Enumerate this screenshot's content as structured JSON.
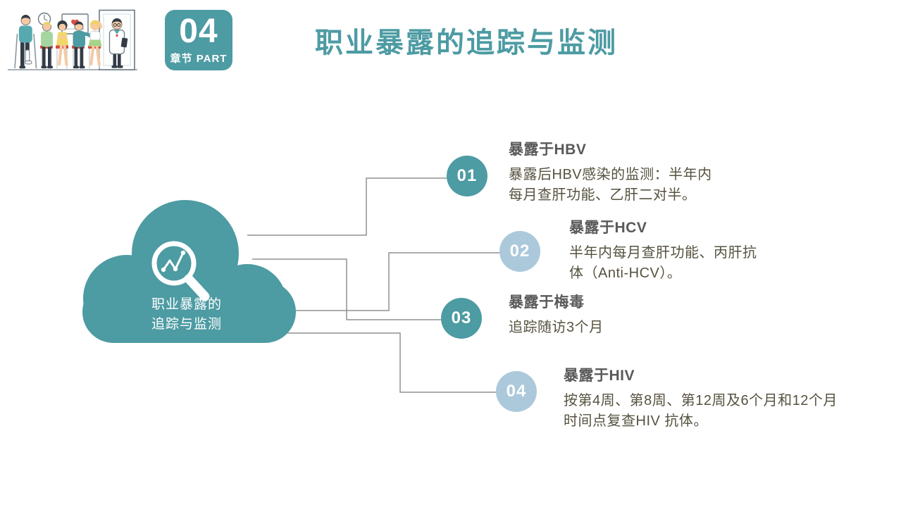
{
  "slide": {
    "chapter_badge": {
      "number": "04",
      "label": "章节 PART"
    },
    "title": "职业暴露的追踪与监测",
    "cloud": {
      "icon": "magnifier-trend-icon",
      "line1": "职业暴露的",
      "line2": "追踪与监测"
    },
    "items": [
      {
        "num": "01",
        "heading": "暴露于HBV",
        "body": "暴露后HBV感染的监测：半年内每月查肝功能、乙肝二对半。",
        "circle_color": "teal"
      },
      {
        "num": "02",
        "heading": "暴露于HCV",
        "body": "半年内每月查肝功能、丙肝抗体（Anti-HCV）。",
        "circle_color": "light-blue"
      },
      {
        "num": "03",
        "heading": "暴露于梅毒",
        "body": "追踪随访3个月",
        "circle_color": "teal"
      },
      {
        "num": "04",
        "heading": "暴露于HIV",
        "body": "按第4周、第8周、第12周及6个月和12个月时间点复查HIV 抗体。",
        "circle_color": "light-blue"
      }
    ],
    "colors": {
      "teal": "#4d9ba3",
      "light_blue": "#abc9db",
      "heading_gray": "#595959",
      "body_text": "#56523f",
      "connector_gray": "#909090",
      "background": "#ffffff"
    },
    "illustration": "hospital-waiting-room-scene"
  }
}
